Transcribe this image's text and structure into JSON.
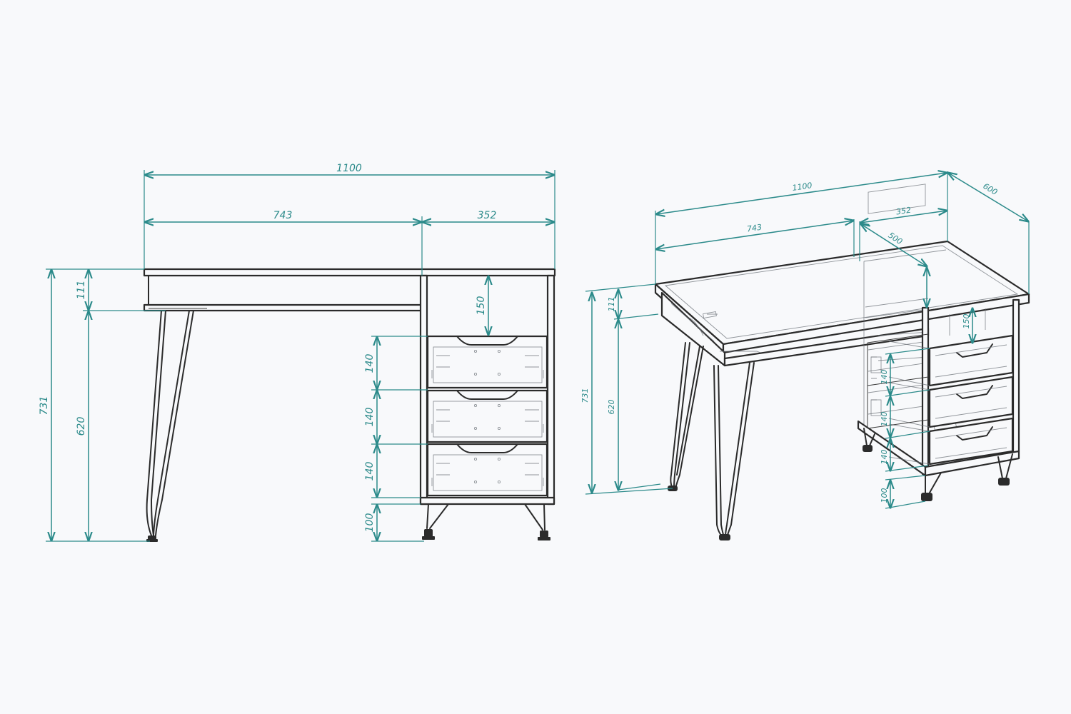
{
  "front_view": {
    "dim_total_width": "1100",
    "dim_open_width": "743",
    "dim_pedestal_width": "352",
    "dim_total_height": "731",
    "dim_apron_height": "111",
    "dim_leg_height": "620",
    "dim_shelf_height": "150",
    "dim_drawer_1": "140",
    "dim_drawer_2": "140",
    "dim_drawer_3": "140",
    "dim_plinth": "100"
  },
  "iso_view": {
    "dim_total_width": "1100",
    "dim_depth": "600",
    "dim_open_width": "743",
    "dim_pedestal_width": "352",
    "dim_pedestal_depth": "500",
    "dim_total_height": "731",
    "dim_apron_height": "111",
    "dim_leg_height": "620",
    "dim_shelf_height": "150",
    "dim_drawer_1": "140",
    "dim_drawer_2": "140",
    "dim_drawer_3": "140",
    "dim_plinth": "100"
  },
  "colors": {
    "dimension": "#2b8a8a",
    "outline": "#2b2b2b",
    "background": "#f8f9fb"
  }
}
